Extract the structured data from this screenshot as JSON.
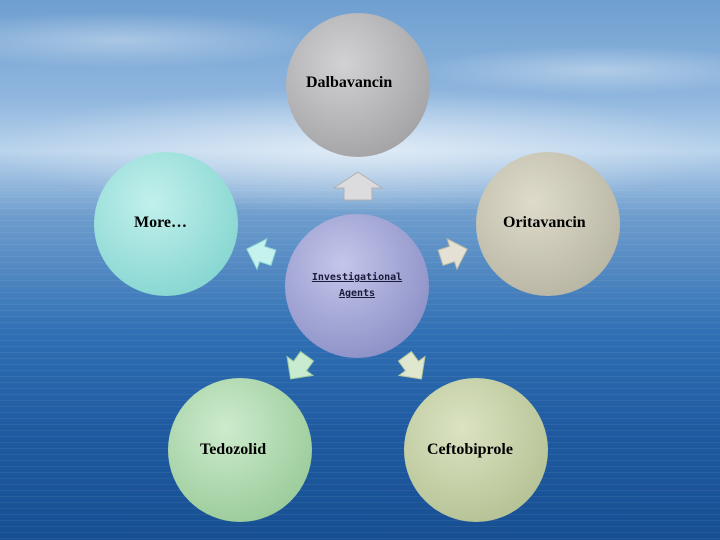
{
  "diagram": {
    "center": {
      "label_line1": "Investigational",
      "label_line2": "Agents"
    },
    "nodes": [
      {
        "id": "dalbavancin",
        "label": "Dalbavancin"
      },
      {
        "id": "oritavancin",
        "label": "Oritavancin"
      },
      {
        "id": "ceftobiprole",
        "label": "Ceftobiprole"
      },
      {
        "id": "tedozolid",
        "label": "Tedozolid"
      },
      {
        "id": "more",
        "label": "More…"
      }
    ]
  },
  "colors": {
    "center": "#a4a8d6",
    "dalbavancin": "#b5b5b8",
    "oritavancin": "#c9c6b4",
    "ceftobiprole": "#c8d3a8",
    "tedozolid": "#b2dbb2",
    "more": "#9fe3df"
  }
}
